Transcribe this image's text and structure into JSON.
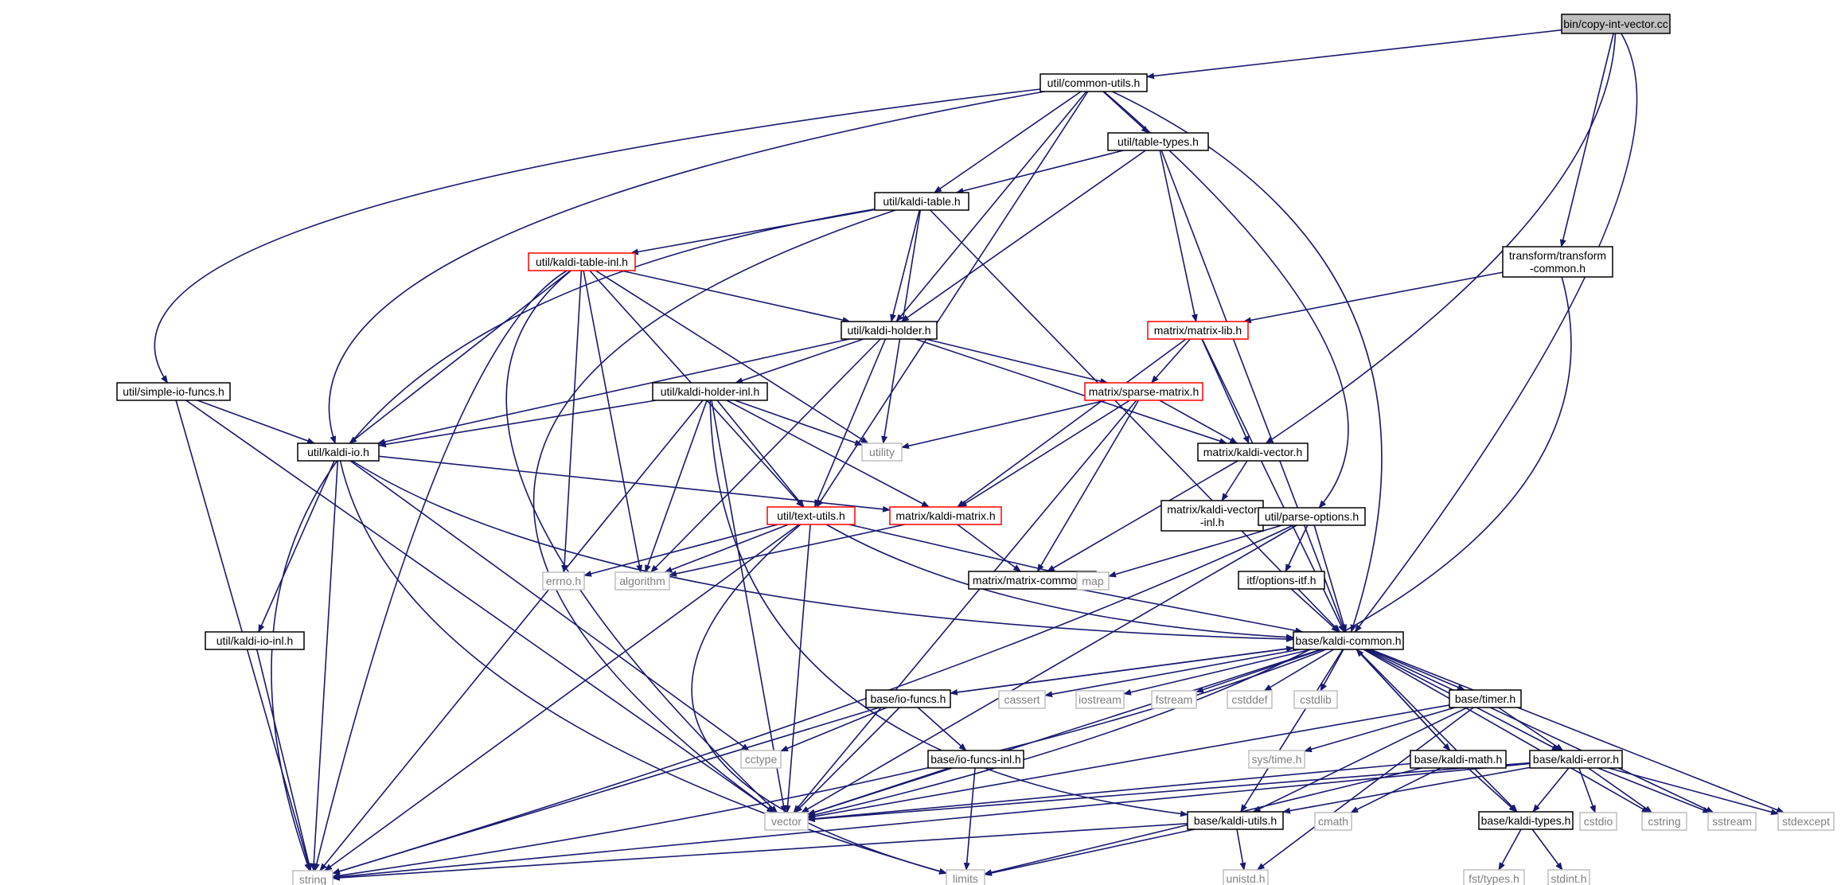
{
  "colors": {
    "edge": "#191970",
    "border_default": "#000000",
    "border_truncated": "#ff0000",
    "border_system": "#bfbfbf",
    "text_system": "#7f7f7f",
    "root_fill": "#bfbfbf"
  },
  "nodes": [
    {
      "id": "root",
      "lines": [
        "bin/copy-int-vector.cc"
      ],
      "kind": "root"
    },
    {
      "id": "common_utils",
      "lines": [
        "util/common-utils.h"
      ],
      "kind": "normal"
    },
    {
      "id": "table_types",
      "lines": [
        "util/table-types.h"
      ],
      "kind": "normal"
    },
    {
      "id": "kaldi_table",
      "lines": [
        "util/kaldi-table.h"
      ],
      "kind": "normal"
    },
    {
      "id": "transform_common",
      "lines": [
        "transform/transform",
        "-common.h"
      ],
      "kind": "normal"
    },
    {
      "id": "kaldi_table_inl",
      "lines": [
        "util/kaldi-table-inl.h"
      ],
      "kind": "truncated"
    },
    {
      "id": "kaldi_holder",
      "lines": [
        "util/kaldi-holder.h"
      ],
      "kind": "normal"
    },
    {
      "id": "matrix_lib",
      "lines": [
        "matrix/matrix-lib.h"
      ],
      "kind": "truncated"
    },
    {
      "id": "simple_io_funcs",
      "lines": [
        "util/simple-io-funcs.h"
      ],
      "kind": "normal"
    },
    {
      "id": "kaldi_holder_inl",
      "lines": [
        "util/kaldi-holder-inl.h"
      ],
      "kind": "normal"
    },
    {
      "id": "sparse_matrix",
      "lines": [
        "matrix/sparse-matrix.h"
      ],
      "kind": "truncated"
    },
    {
      "id": "kaldi_io",
      "lines": [
        "util/kaldi-io.h"
      ],
      "kind": "normal"
    },
    {
      "id": "utility",
      "lines": [
        "utility"
      ],
      "kind": "system"
    },
    {
      "id": "kaldi_vector",
      "lines": [
        "matrix/kaldi-vector.h"
      ],
      "kind": "normal"
    },
    {
      "id": "kaldi_vector_inl",
      "lines": [
        "matrix/kaldi-vector",
        "-inl.h"
      ],
      "kind": "normal"
    },
    {
      "id": "parse_options",
      "lines": [
        "util/parse-options.h"
      ],
      "kind": "normal"
    },
    {
      "id": "text_utils",
      "lines": [
        "util/text-utils.h"
      ],
      "kind": "truncated"
    },
    {
      "id": "kaldi_matrix",
      "lines": [
        "matrix/kaldi-matrix.h"
      ],
      "kind": "truncated"
    },
    {
      "id": "errno",
      "lines": [
        "errno.h"
      ],
      "kind": "system"
    },
    {
      "id": "algorithm",
      "lines": [
        "algorithm"
      ],
      "kind": "system"
    },
    {
      "id": "matrix_common",
      "lines": [
        "matrix/matrix-common.h"
      ],
      "kind": "normal"
    },
    {
      "id": "map",
      "lines": [
        "map"
      ],
      "kind": "system"
    },
    {
      "id": "options_itf",
      "lines": [
        "itf/options-itf.h"
      ],
      "kind": "normal"
    },
    {
      "id": "kaldi_io_inl",
      "lines": [
        "util/kaldi-io-inl.h"
      ],
      "kind": "normal"
    },
    {
      "id": "kaldi_common",
      "lines": [
        "base/kaldi-common.h"
      ],
      "kind": "normal"
    },
    {
      "id": "io_funcs",
      "lines": [
        "base/io-funcs.h"
      ],
      "kind": "normal"
    },
    {
      "id": "cassert",
      "lines": [
        "cassert"
      ],
      "kind": "system"
    },
    {
      "id": "iostream",
      "lines": [
        "iostream"
      ],
      "kind": "system"
    },
    {
      "id": "fstream",
      "lines": [
        "fstream"
      ],
      "kind": "system"
    },
    {
      "id": "cstddef",
      "lines": [
        "cstddef"
      ],
      "kind": "system"
    },
    {
      "id": "cstdlib",
      "lines": [
        "cstdlib"
      ],
      "kind": "system"
    },
    {
      "id": "timer",
      "lines": [
        "base/timer.h"
      ],
      "kind": "normal"
    },
    {
      "id": "cctype",
      "lines": [
        "cctype"
      ],
      "kind": "system"
    },
    {
      "id": "io_funcs_inl",
      "lines": [
        "base/io-funcs-inl.h"
      ],
      "kind": "normal"
    },
    {
      "id": "sys_time",
      "lines": [
        "sys/time.h"
      ],
      "kind": "system"
    },
    {
      "id": "kaldi_math",
      "lines": [
        "base/kaldi-math.h"
      ],
      "kind": "normal"
    },
    {
      "id": "kaldi_error",
      "lines": [
        "base/kaldi-error.h"
      ],
      "kind": "normal"
    },
    {
      "id": "vector",
      "lines": [
        "vector"
      ],
      "kind": "system"
    },
    {
      "id": "kaldi_utils",
      "lines": [
        "base/kaldi-utils.h"
      ],
      "kind": "normal"
    },
    {
      "id": "cmath",
      "lines": [
        "cmath"
      ],
      "kind": "system"
    },
    {
      "id": "kaldi_types",
      "lines": [
        "base/kaldi-types.h"
      ],
      "kind": "normal"
    },
    {
      "id": "cstdio",
      "lines": [
        "cstdio"
      ],
      "kind": "system"
    },
    {
      "id": "cstring",
      "lines": [
        "cstring"
      ],
      "kind": "system"
    },
    {
      "id": "sstream",
      "lines": [
        "sstream"
      ],
      "kind": "system"
    },
    {
      "id": "stdexcept",
      "lines": [
        "stdexcept"
      ],
      "kind": "system"
    },
    {
      "id": "string",
      "lines": [
        "string"
      ],
      "kind": "system"
    },
    {
      "id": "limits",
      "lines": [
        "limits"
      ],
      "kind": "system"
    },
    {
      "id": "unistd",
      "lines": [
        "unistd.h"
      ],
      "kind": "system"
    },
    {
      "id": "fst_types",
      "lines": [
        "fst/types.h"
      ],
      "kind": "system"
    },
    {
      "id": "stdint",
      "lines": [
        "stdint.h"
      ],
      "kind": "system"
    }
  ],
  "edges": [
    [
      "root",
      "common_utils"
    ],
    [
      "root",
      "transform_common"
    ],
    [
      "root",
      "kaldi_vector"
    ],
    [
      "root",
      "kaldi_common"
    ],
    [
      "common_utils",
      "table_types"
    ],
    [
      "common_utils",
      "kaldi_table"
    ],
    [
      "common_utils",
      "kaldi_holder"
    ],
    [
      "common_utils",
      "simple_io_funcs"
    ],
    [
      "common_utils",
      "kaldi_io"
    ],
    [
      "common_utils",
      "text_utils"
    ],
    [
      "common_utils",
      "parse_options"
    ],
    [
      "common_utils",
      "kaldi_common"
    ],
    [
      "table_types",
      "kaldi_table"
    ],
    [
      "table_types",
      "kaldi_holder"
    ],
    [
      "table_types",
      "matrix_lib"
    ],
    [
      "table_types",
      "kaldi_common"
    ],
    [
      "kaldi_table",
      "kaldi_table_inl"
    ],
    [
      "kaldi_table",
      "kaldi_holder"
    ],
    [
      "kaldi_table",
      "utility"
    ],
    [
      "kaldi_table",
      "vector"
    ],
    [
      "kaldi_table",
      "string"
    ],
    [
      "kaldi_table",
      "kaldi_common"
    ],
    [
      "transform_common",
      "matrix_lib"
    ],
    [
      "transform_common",
      "vector"
    ],
    [
      "kaldi_table_inl",
      "kaldi_holder"
    ],
    [
      "kaldi_table_inl",
      "kaldi_io"
    ],
    [
      "kaldi_table_inl",
      "text_utils"
    ],
    [
      "kaldi_table_inl",
      "utility"
    ],
    [
      "kaldi_table_inl",
      "errno"
    ],
    [
      "kaldi_table_inl",
      "algorithm"
    ],
    [
      "kaldi_table_inl",
      "vector"
    ],
    [
      "kaldi_table_inl",
      "string"
    ],
    [
      "kaldi_holder",
      "kaldi_holder_inl"
    ],
    [
      "kaldi_holder",
      "kaldi_io"
    ],
    [
      "kaldi_holder",
      "text_utils"
    ],
    [
      "kaldi_holder",
      "sparse_matrix"
    ],
    [
      "kaldi_holder",
      "kaldi_vector"
    ],
    [
      "kaldi_holder",
      "algorithm"
    ],
    [
      "matrix_lib",
      "sparse_matrix"
    ],
    [
      "matrix_lib",
      "kaldi_vector"
    ],
    [
      "matrix_lib",
      "kaldi_matrix"
    ],
    [
      "matrix_lib",
      "kaldi_common"
    ],
    [
      "simple_io_funcs",
      "kaldi_io"
    ],
    [
      "simple_io_funcs",
      "vector"
    ],
    [
      "simple_io_funcs",
      "string"
    ],
    [
      "kaldi_holder_inl",
      "kaldi_io"
    ],
    [
      "kaldi_holder_inl",
      "text_utils"
    ],
    [
      "kaldi_holder_inl",
      "kaldi_matrix"
    ],
    [
      "kaldi_holder_inl",
      "utility"
    ],
    [
      "kaldi_holder_inl",
      "algorithm"
    ],
    [
      "kaldi_holder_inl",
      "vector"
    ],
    [
      "kaldi_holder_inl",
      "string"
    ],
    [
      "kaldi_holder_inl",
      "kaldi_utils"
    ],
    [
      "sparse_matrix",
      "utility"
    ],
    [
      "sparse_matrix",
      "kaldi_vector"
    ],
    [
      "sparse_matrix",
      "kaldi_matrix"
    ],
    [
      "sparse_matrix",
      "matrix_common"
    ],
    [
      "sparse_matrix",
      "vector"
    ],
    [
      "kaldi_io",
      "kaldi_matrix"
    ],
    [
      "kaldi_io",
      "kaldi_io_inl"
    ],
    [
      "kaldi_io",
      "kaldi_common"
    ],
    [
      "kaldi_io",
      "cctype"
    ],
    [
      "kaldi_io",
      "string"
    ],
    [
      "kaldi_io",
      "limits"
    ],
    [
      "kaldi_vector",
      "kaldi_vector_inl"
    ],
    [
      "kaldi_vector",
      "matrix_common"
    ],
    [
      "parse_options",
      "map"
    ],
    [
      "parse_options",
      "options_itf"
    ],
    [
      "parse_options",
      "kaldi_common"
    ],
    [
      "parse_options",
      "vector"
    ],
    [
      "parse_options",
      "string"
    ],
    [
      "text_utils",
      "errno"
    ],
    [
      "text_utils",
      "algorithm"
    ],
    [
      "text_utils",
      "map"
    ],
    [
      "text_utils",
      "kaldi_common"
    ],
    [
      "text_utils",
      "vector"
    ],
    [
      "text_utils",
      "string"
    ],
    [
      "text_utils",
      "limits"
    ],
    [
      "kaldi_matrix",
      "algorithm"
    ],
    [
      "kaldi_matrix",
      "matrix_common"
    ],
    [
      "matrix_common",
      "kaldi_common"
    ],
    [
      "options_itf",
      "kaldi_common"
    ],
    [
      "kaldi_io_inl",
      "string"
    ],
    [
      "kaldi_common",
      "io_funcs"
    ],
    [
      "kaldi_common",
      "cassert"
    ],
    [
      "kaldi_common",
      "iostream"
    ],
    [
      "kaldi_common",
      "fstream"
    ],
    [
      "kaldi_common",
      "cstddef"
    ],
    [
      "kaldi_common",
      "cstdlib"
    ],
    [
      "kaldi_common",
      "timer"
    ],
    [
      "kaldi_common",
      "kaldi_math"
    ],
    [
      "kaldi_common",
      "kaldi_error"
    ],
    [
      "kaldi_common",
      "kaldi_utils"
    ],
    [
      "kaldi_common",
      "kaldi_types"
    ],
    [
      "kaldi_common",
      "cstring"
    ],
    [
      "kaldi_common",
      "sstream"
    ],
    [
      "kaldi_common",
      "stdexcept"
    ],
    [
      "kaldi_common",
      "string"
    ],
    [
      "kaldi_common",
      "vector"
    ],
    [
      "io_funcs",
      "kaldi_common"
    ],
    [
      "io_funcs",
      "io_funcs_inl"
    ],
    [
      "io_funcs",
      "cctype"
    ],
    [
      "io_funcs",
      "vector"
    ],
    [
      "io_funcs",
      "string"
    ],
    [
      "timer",
      "kaldi_error"
    ],
    [
      "timer",
      "sys_time"
    ],
    [
      "timer",
      "kaldi_utils"
    ],
    [
      "timer",
      "unistd"
    ],
    [
      "timer",
      "vector"
    ],
    [
      "io_funcs_inl",
      "vector"
    ],
    [
      "io_funcs_inl",
      "limits"
    ],
    [
      "kaldi_math",
      "kaldi_common"
    ],
    [
      "kaldi_math",
      "cmath"
    ],
    [
      "kaldi_math",
      "kaldi_types"
    ],
    [
      "kaldi_math",
      "vector"
    ],
    [
      "kaldi_math",
      "limits"
    ],
    [
      "kaldi_error",
      "kaldi_types"
    ],
    [
      "kaldi_error",
      "kaldi_utils"
    ],
    [
      "kaldi_error",
      "cstdio"
    ],
    [
      "kaldi_error",
      "cstring"
    ],
    [
      "kaldi_error",
      "sstream"
    ],
    [
      "kaldi_error",
      "stdexcept"
    ],
    [
      "kaldi_error",
      "vector"
    ],
    [
      "kaldi_error",
      "string"
    ],
    [
      "kaldi_utils",
      "unistd"
    ],
    [
      "kaldi_utils",
      "limits"
    ],
    [
      "kaldi_utils",
      "string"
    ],
    [
      "kaldi_types",
      "fst_types"
    ],
    [
      "kaldi_types",
      "stdint"
    ]
  ]
}
